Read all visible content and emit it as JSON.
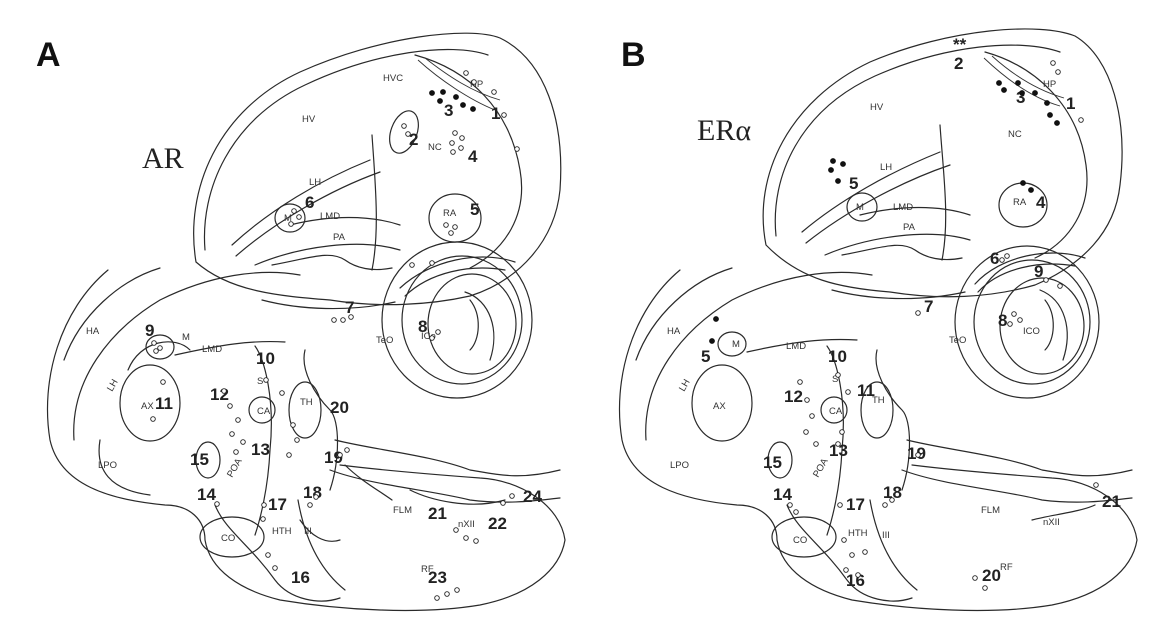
{
  "panels": [
    {
      "letter": "A",
      "title": "AR",
      "regions": {
        "HVC": "HVC",
        "HP": "HP",
        "HV": "HV",
        "NC": "NC",
        "LH": "LH",
        "M": "M",
        "LMD": "LMD",
        "PA": "PA",
        "RA": "RA",
        "TeO": "TeO",
        "ICo": "ICo",
        "HA": "HA",
        "M2": "M",
        "LMD2": "LMD",
        "LH2": "LH",
        "AX": "AX",
        "S": "S",
        "CA": "CA",
        "TH": "TH",
        "LPO": "LPO",
        "POA": "POA",
        "FLM": "FLM",
        "nXII": "nXII",
        "CO": "CO",
        "HTH": "HTH",
        "III": "III",
        "RF": "RF"
      },
      "numbers": [
        "1",
        "2",
        "3",
        "4",
        "5",
        "6",
        "7",
        "8",
        "9",
        "10",
        "11",
        "12",
        "13",
        "14",
        "15",
        "16",
        "17",
        "18",
        "19",
        "20",
        "21",
        "22",
        "23",
        "24"
      ]
    },
    {
      "letter": "B",
      "title": "ERα",
      "stars": "**",
      "regions": {
        "HP": "HP",
        "HV": "HV",
        "NC": "NC",
        "LH": "LH",
        "M": "M",
        "LMD": "LMD",
        "PA": "PA",
        "RA": "RA",
        "TeO": "TeO",
        "ICo": "ICO",
        "HA": "HA",
        "M2": "M",
        "LMD2": "LMD",
        "LH2": "LH",
        "AX": "AX",
        "S": "S",
        "CA": "CA",
        "TH": "TH",
        "LPO": "LPO",
        "POA": "POA",
        "FLM": "FLM",
        "nXII": "nXII",
        "CO": "CO",
        "HTH": "HTH",
        "III": "III",
        "RF": "RF"
      },
      "numbers": [
        "1",
        "2",
        "3",
        "4",
        "5",
        "5",
        "6",
        "7",
        "8",
        "9",
        "10",
        "11",
        "12",
        "13",
        "14",
        "15",
        "16",
        "17",
        "18",
        "19",
        "20",
        "21"
      ]
    }
  ]
}
